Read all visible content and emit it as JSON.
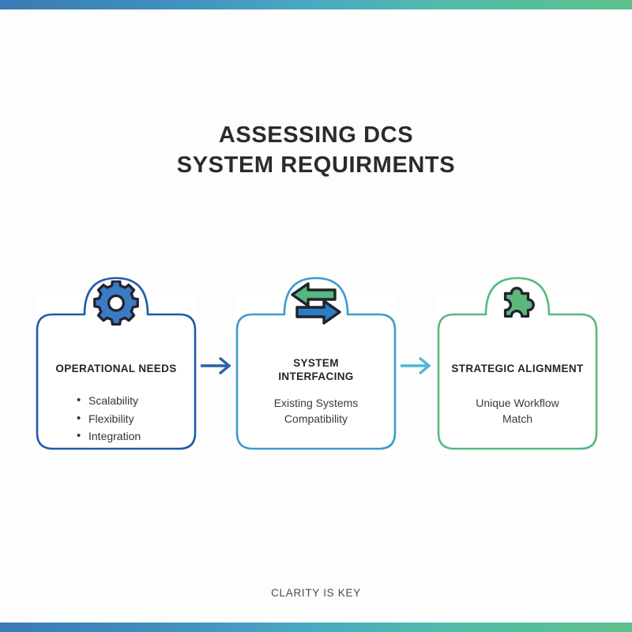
{
  "frame": {
    "gradient_start": "#3a7bb5",
    "gradient_mid": "#4aa7c4",
    "gradient_end": "#5cc08a"
  },
  "title": "ASSESSING DCS\nSYSTEM REQUIRMENTS",
  "footer": "CLARITY IS KEY",
  "cards": [
    {
      "heading": "OPERATIONAL NEEDS",
      "subtext": "",
      "bullets": [
        "Scalability",
        "Flexibility",
        "Integration"
      ],
      "icon": "gear-icon",
      "border_color": "#1f5ba8",
      "icon_fill": "#3a7cc4",
      "icon_stroke": "#22222e"
    },
    {
      "heading": "SYSTEM\nINTERFACING",
      "subtext": "Existing Systems\nCompatibility",
      "bullets": [],
      "icon": "exchange-arrows-icon",
      "border_color": "#3d9ad1",
      "icon_fill": "#2a7ec4",
      "icon_fill_alt": "#54b87f",
      "icon_stroke": "#22222e"
    },
    {
      "heading": "STRATEGIC ALIGNMENT",
      "subtext": "Unique Workflow\nMatch",
      "bullets": [],
      "icon": "puzzle-piece-icon",
      "border_color": "#56b980",
      "icon_fill": "#5cb87a",
      "icon_stroke": "#22222e"
    }
  ],
  "connectors": [
    {
      "name": "arrow-right-1",
      "color": "#2a5fa5"
    },
    {
      "name": "arrow-right-2",
      "color": "#4db8d8"
    }
  ]
}
